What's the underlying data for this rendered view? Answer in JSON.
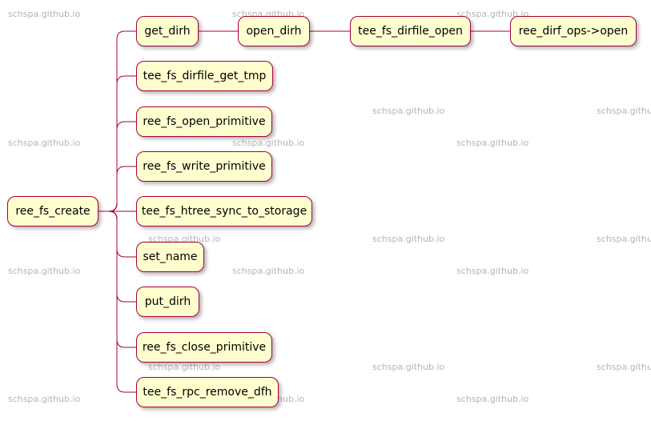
{
  "diagram": {
    "watermark": "schspa.github.io",
    "colors": {
      "node_fill": "#fefece",
      "node_border": "#a80036",
      "edge": "#a80036",
      "watermark": "#b4b4b4"
    },
    "root": {
      "id": "n_root",
      "label": "ree_fs_create"
    },
    "nodes": [
      {
        "id": "n_get_dirh",
        "label": "get_dirh",
        "parent": "n_root"
      },
      {
        "id": "n_open_dirh",
        "label": "open_dirh",
        "parent": "n_get_dirh"
      },
      {
        "id": "n_dirfile_open",
        "label": "tee_fs_dirfile_open",
        "parent": "n_open_dirh"
      },
      {
        "id": "n_dirf_ops_open",
        "label": "ree_dirf_ops->open",
        "parent": "n_dirfile_open"
      },
      {
        "id": "n_get_tmp",
        "label": "tee_fs_dirfile_get_tmp",
        "parent": "n_root"
      },
      {
        "id": "n_open_prim",
        "label": "ree_fs_open_primitive",
        "parent": "n_root"
      },
      {
        "id": "n_write_prim",
        "label": "ree_fs_write_primitive",
        "parent": "n_root"
      },
      {
        "id": "n_htree_sync",
        "label": "tee_fs_htree_sync_to_storage",
        "parent": "n_root"
      },
      {
        "id": "n_set_name",
        "label": "set_name",
        "parent": "n_root"
      },
      {
        "id": "n_put_dirh",
        "label": "put_dirh",
        "parent": "n_root"
      },
      {
        "id": "n_close_prim",
        "label": "ree_fs_close_primitive",
        "parent": "n_root"
      },
      {
        "id": "n_rpc_remove",
        "label": "tee_fs_rpc_remove_dfh",
        "parent": "n_root"
      }
    ]
  }
}
